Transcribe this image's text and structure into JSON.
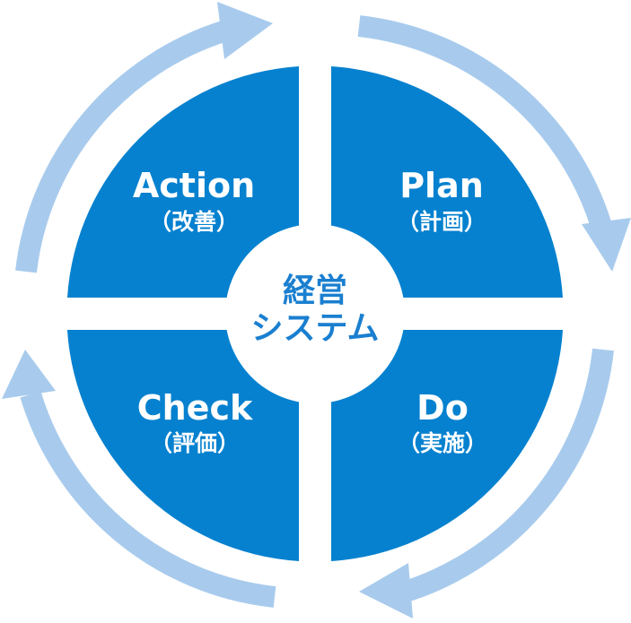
{
  "colors": {
    "quadrant": "#0581cf",
    "arrow": "#a8cbed",
    "center_text": "#1a7fd0",
    "background": "#ffffff"
  },
  "center": {
    "line1": "経営",
    "line2": "システム"
  },
  "quadrants": {
    "action": {
      "title": "Action",
      "subtitle": "（改善）"
    },
    "plan": {
      "title": "Plan",
      "subtitle": "（計画）"
    },
    "do": {
      "title": "Do",
      "subtitle": "（実施）"
    },
    "check": {
      "title": "Check",
      "subtitle": "（評価）"
    }
  }
}
